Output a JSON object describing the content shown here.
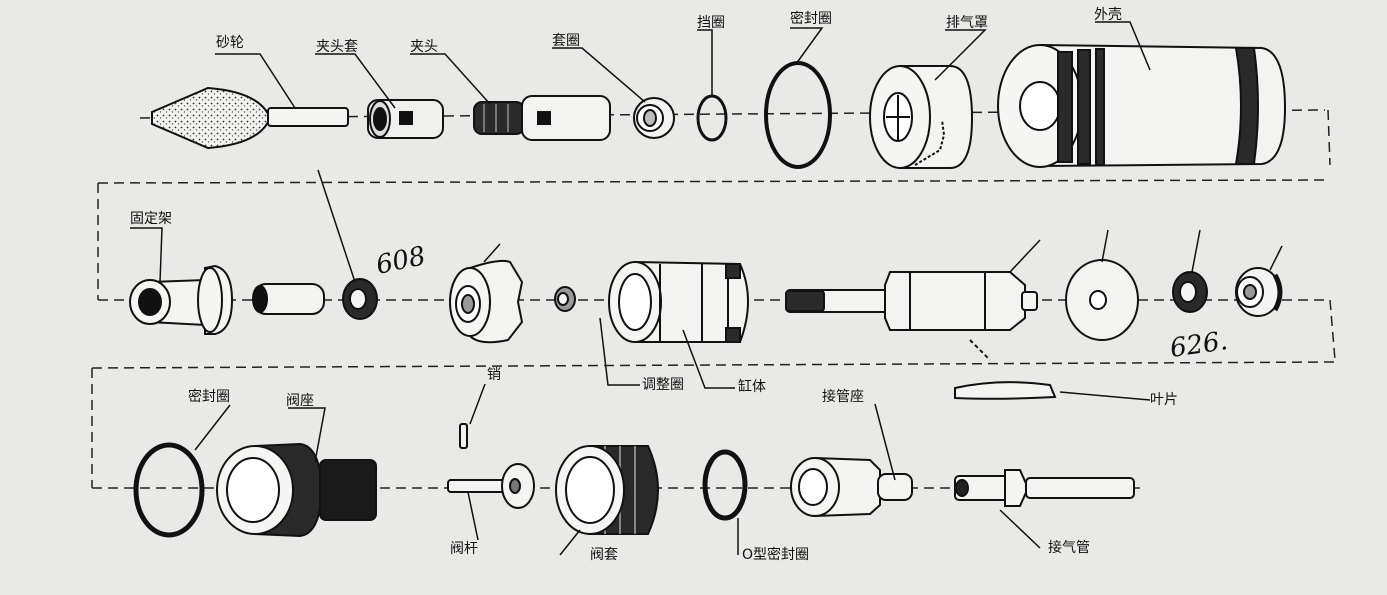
{
  "labels": {
    "grinding_wheel": "砂轮",
    "collet_sleeve": "夹头套",
    "collet": "夹头",
    "sleeve_ring": "套圈",
    "retaining_ring": "挡圈",
    "seal_ring_top": "密封圈",
    "exhaust_cover": "排气罩",
    "housing": "外壳",
    "mount": "固定架",
    "adjust_ring": "调整圈",
    "cylinder": "缸体",
    "vane": "叶片",
    "seal_ring_bottom": "密封圈",
    "valve_seat": "阀座",
    "pin": "销",
    "valve_stem": "阀杆",
    "valve_sleeve": "阀套",
    "o_ring": "O型密封圈",
    "hose_seat": "接管座",
    "air_pipe": "接气管"
  },
  "handwritten": {
    "bearing_608": "608",
    "bearing_626": "626."
  }
}
